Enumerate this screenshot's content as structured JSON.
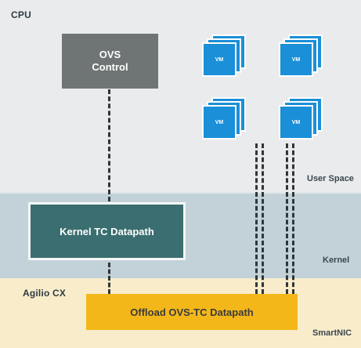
{
  "layers": {
    "cpu_label": "CPU",
    "user_space_label": "User Space",
    "kernel_label": "Kernel",
    "agilio_label": "Agilio CX",
    "smartnic_label": "SmartNIC"
  },
  "boxes": {
    "ovs_control": "OVS\nControl",
    "kernel_tc": "Kernel TC Datapath",
    "offload_tc": "Offload OVS-TC Datapath"
  },
  "vms": [
    {
      "label": "VM"
    },
    {
      "label": "VM"
    },
    {
      "label": "VM"
    },
    {
      "label": "VM"
    }
  ],
  "colors": {
    "user_space_bg": "#e9ebec",
    "kernel_bg": "#c3d2d9",
    "smartnic_bg": "#f8eccb",
    "ovs_control_fill": "#6f7574",
    "kernel_tc_fill": "#3b6e70",
    "offload_fill": "#f3b71a",
    "vm_fill": "#1b8fd8"
  }
}
